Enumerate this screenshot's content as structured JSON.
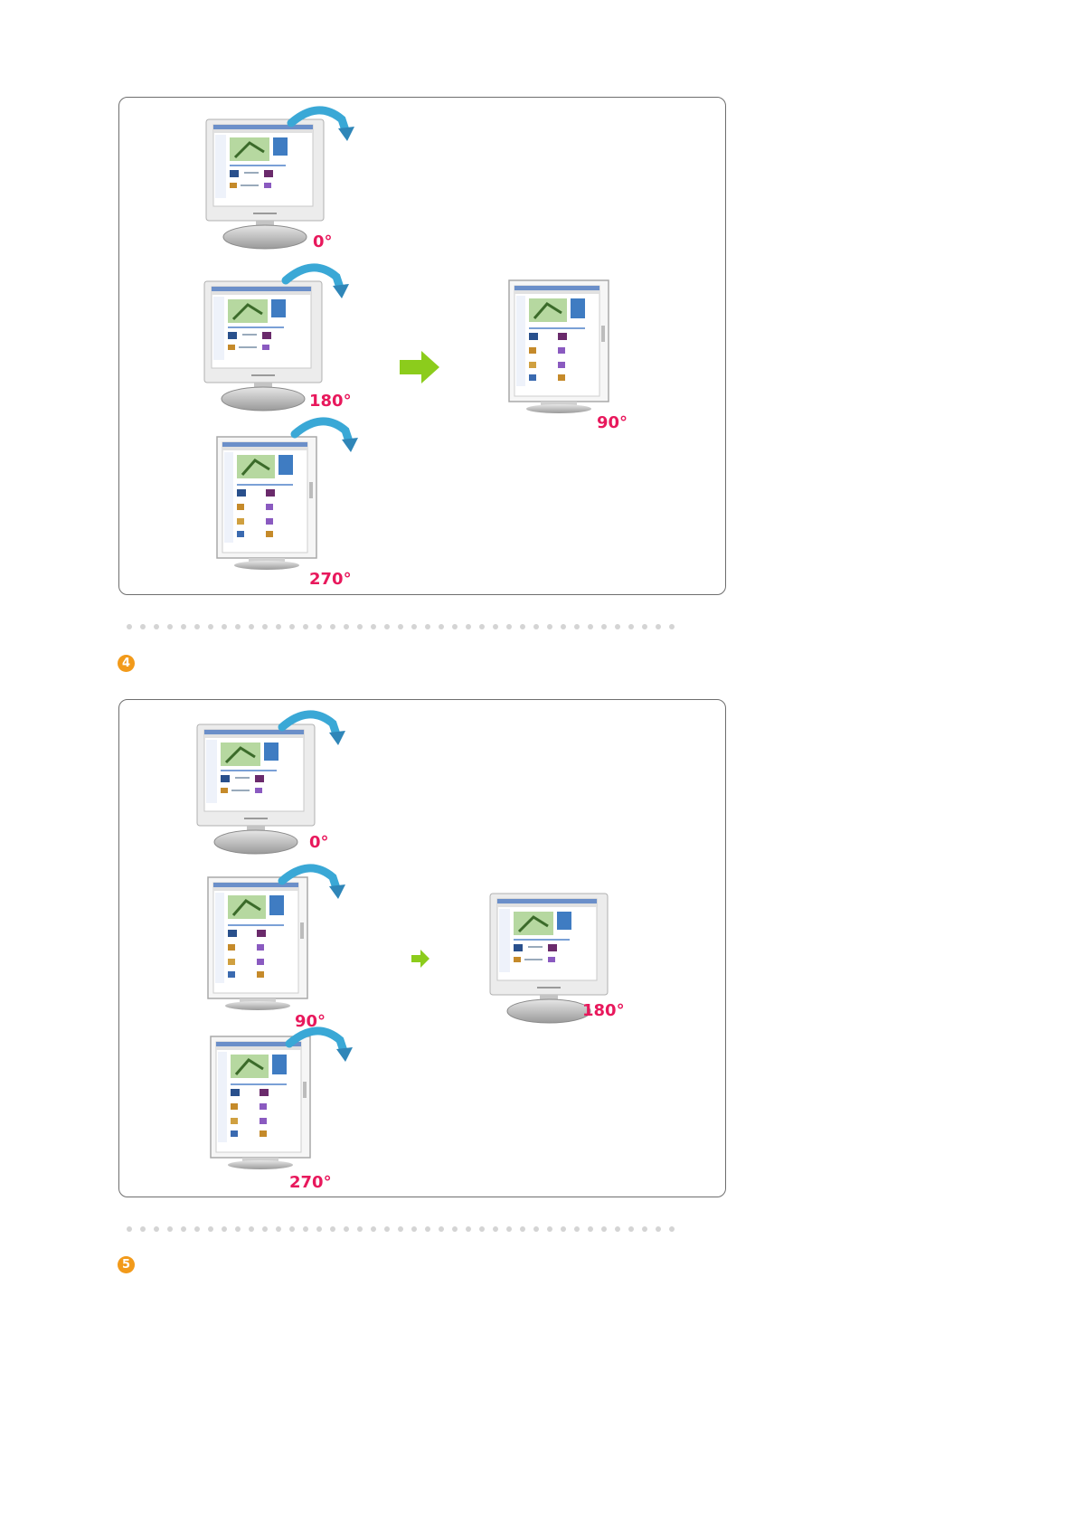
{
  "panels": [
    {
      "monitors": [
        {
          "label": "0°",
          "orientation": "landscape"
        },
        {
          "label": "180°",
          "orientation": "landscape-flipped"
        },
        {
          "label": "270°",
          "orientation": "portrait"
        },
        {
          "label": "90°",
          "orientation": "portrait-result"
        }
      ]
    },
    {
      "monitors": [
        {
          "label": "0°",
          "orientation": "landscape"
        },
        {
          "label": "90°",
          "orientation": "portrait"
        },
        {
          "label": "270°",
          "orientation": "portrait"
        },
        {
          "label": "180°",
          "orientation": "landscape-result"
        }
      ]
    }
  ],
  "steps": [
    "4",
    "5"
  ],
  "colors": {
    "degree": "#e8185c",
    "arrow": "#8ccc1c",
    "rotate_arrow": "#3aa8d6",
    "step_badge": "#f29a1a",
    "panel_border": "#6e6e6e",
    "dots": "#d4d4d4"
  }
}
